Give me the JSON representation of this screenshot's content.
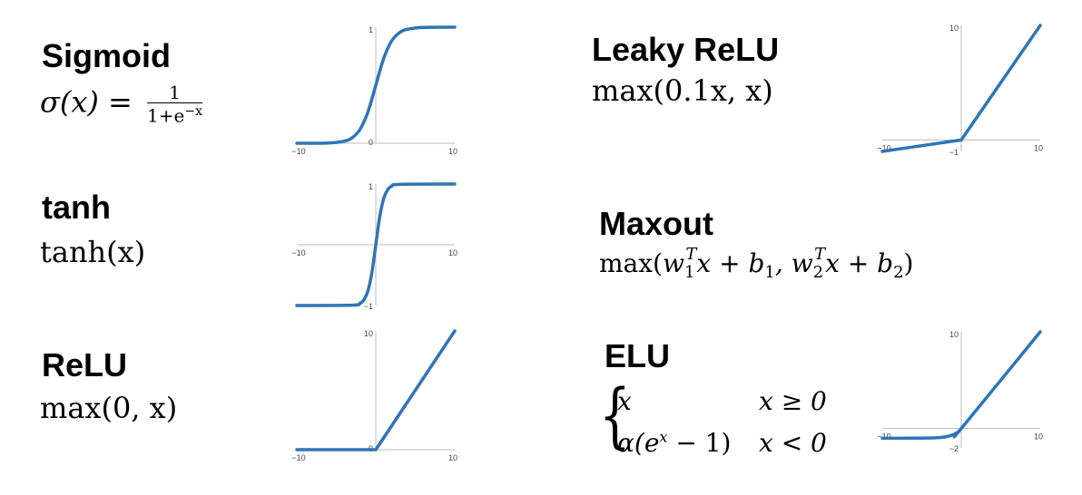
{
  "panels": {
    "sigmoid": {
      "name": "Sigmoid",
      "formula_lhs": "σ(x) = ",
      "formula_num": "1",
      "formula_den": "1+e",
      "formula_den_sup": "−x"
    },
    "tanh": {
      "name": "tanh",
      "formula": "tanh(x)"
    },
    "relu": {
      "name": "ReLU",
      "formula": "max(0, x)"
    },
    "leaky": {
      "name": "Leaky ReLU",
      "formula": "max(0.1x, x)"
    },
    "maxout": {
      "name": "Maxout",
      "f_max": "max(",
      "f_w1": "w",
      "f_sub1": "1",
      "f_T1": "T",
      "f_mid1": "x + b",
      "f_sub_b1": "1",
      "f_comma": ", w",
      "f_sub2": "2",
      "f_T2": "T",
      "f_mid2": "x + b",
      "f_sub_b2": "2",
      "f_close": ")"
    },
    "elu": {
      "name": "ELU",
      "case1_expr": "x",
      "case1_cond": "x ≥ 0",
      "case2_expr": "α(e",
      "case2_sup": "x",
      "case2_tail": " − 1)",
      "case2_cond": "x < 0"
    }
  },
  "chart_data": [
    {
      "type": "line",
      "title": "Sigmoid",
      "xlim": [
        -10,
        10
      ],
      "ylim": [
        0,
        1
      ],
      "tick_labels": {
        "x_left": "−10",
        "x_right": "10",
        "y_top": "1",
        "y_origin": "0"
      },
      "x": [
        -10,
        -6,
        -4,
        -3,
        -2,
        -1,
        0,
        1,
        2,
        3,
        4,
        6,
        10
      ],
      "y": [
        0.0,
        0.002,
        0.018,
        0.047,
        0.119,
        0.269,
        0.5,
        0.731,
        0.881,
        0.953,
        0.982,
        0.998,
        1.0
      ],
      "color": "#2e75b6"
    },
    {
      "type": "line",
      "title": "tanh",
      "xlim": [
        -10,
        10
      ],
      "ylim": [
        -1,
        1
      ],
      "tick_labels": {
        "x_left": "−10",
        "x_right": "10",
        "y_top": "1",
        "y_bottom": "−1"
      },
      "x": [
        -10,
        -3,
        -2,
        -1.5,
        -1,
        -0.5,
        0,
        0.5,
        1,
        1.5,
        2,
        3,
        10
      ],
      "y": [
        -1.0,
        -0.995,
        -0.964,
        -0.905,
        -0.762,
        -0.462,
        0,
        0.462,
        0.762,
        0.905,
        0.964,
        0.995,
        1.0
      ],
      "color": "#2e75b6"
    },
    {
      "type": "line",
      "title": "ReLU",
      "xlim": [
        -10,
        10
      ],
      "ylim": [
        0,
        10
      ],
      "tick_labels": {
        "x_left": "−10",
        "x_right": "10",
        "y_top": "10",
        "y_origin": "0"
      },
      "x": [
        -10,
        0,
        10
      ],
      "y": [
        0,
        0,
        10
      ],
      "color": "#2e75b6"
    },
    {
      "type": "line",
      "title": "Leaky ReLU",
      "xlim": [
        -10,
        10
      ],
      "ylim": [
        -1,
        10
      ],
      "tick_labels": {
        "x_left": "−10",
        "x_right": "10",
        "y_top": "10",
        "y_bottom": "−1"
      },
      "x": [
        -10,
        0,
        10
      ],
      "y": [
        -1,
        0,
        10
      ],
      "color": "#2e75b6"
    },
    {
      "type": "line",
      "title": "ELU",
      "xlim": [
        -10,
        10
      ],
      "ylim": [
        -2,
        10
      ],
      "tick_labels": {
        "x_left": "−10",
        "x_right": "10",
        "y_top": "10",
        "y_bottom": "−2"
      },
      "x": [
        -10,
        -6,
        -4,
        -3,
        -2,
        -1,
        -0.5,
        0,
        10
      ],
      "y": [
        -1.0,
        -0.998,
        -0.982,
        -0.95,
        -0.865,
        -0.632,
        -0.393,
        0,
        10
      ],
      "color": "#2e75b6"
    }
  ]
}
